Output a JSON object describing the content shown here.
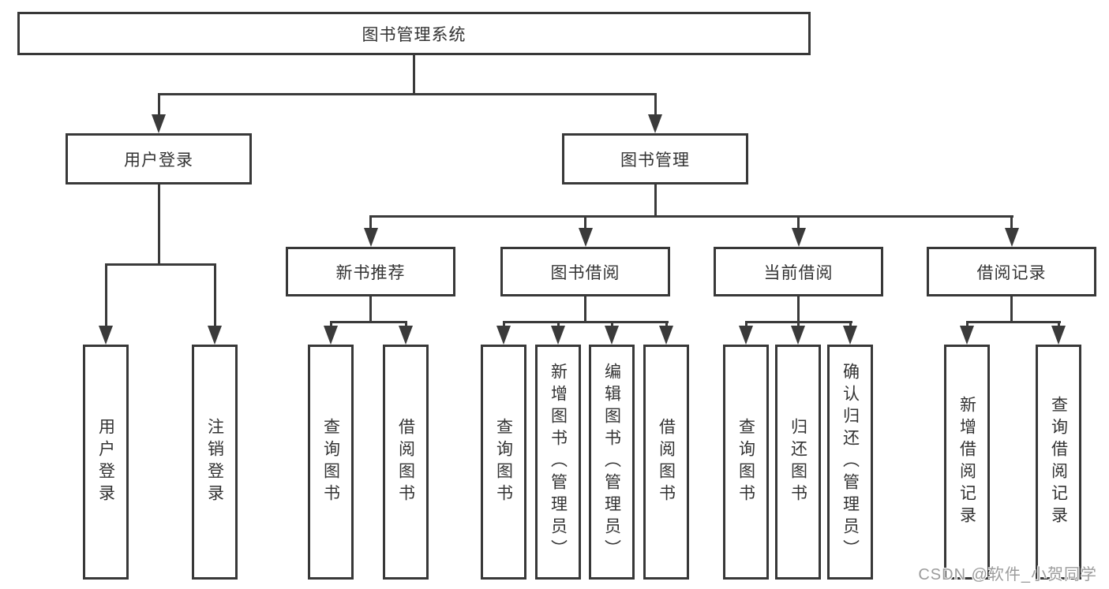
{
  "diagram": {
    "tree": {
      "label": "图书管理系统",
      "children": [
        {
          "label": "用户登录",
          "children": [
            {
              "label": "用户登录"
            },
            {
              "label": "注销登录"
            }
          ]
        },
        {
          "label": "图书管理",
          "children": [
            {
              "label": "新书推荐",
              "children": [
                {
                  "label": "查询图书"
                },
                {
                  "label": "借阅图书"
                }
              ]
            },
            {
              "label": "图书借阅",
              "children": [
                {
                  "label": "查询图书"
                },
                {
                  "label": "新增图书（管理员）"
                },
                {
                  "label": "编辑图书（管理员）"
                },
                {
                  "label": "借阅图书"
                }
              ]
            },
            {
              "label": "当前借阅",
              "children": [
                {
                  "label": "查询图书"
                },
                {
                  "label": "归还图书"
                },
                {
                  "label": "确认归还（管理员）"
                }
              ]
            },
            {
              "label": "借阅记录",
              "children": [
                {
                  "label": "新增借阅记录"
                },
                {
                  "label": "查询借阅记录"
                }
              ]
            }
          ]
        }
      ]
    },
    "colors": {
      "line": "#3a3a3a",
      "box_border": "#383838",
      "text": "#333333",
      "watermark": "#9c9c9c",
      "background": "#ffffff"
    }
  },
  "watermark": {
    "text": "CSDN @软件_小贺同学"
  }
}
